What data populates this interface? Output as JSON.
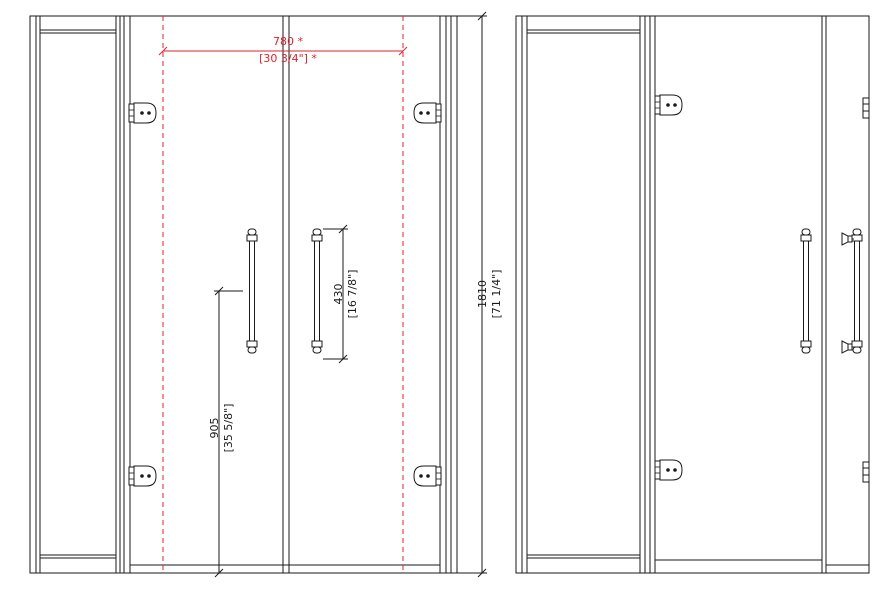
{
  "drawing": {
    "front_view": {
      "width_dim": {
        "metric": "780 *",
        "imperial": "[30 3/4\"] *"
      },
      "handle_dim": {
        "metric": "430",
        "imperial": "[16 7/8\"]"
      },
      "handle_height_dim": {
        "metric": "905",
        "imperial": "[35 5/8\"]"
      },
      "overall_height_dim": {
        "metric": "1810",
        "imperial": "[71 1/4\"]"
      }
    }
  },
  "colors": {
    "line": "#1a1a1a",
    "dimension_red": "#d9232a",
    "background": "#ffffff"
  }
}
